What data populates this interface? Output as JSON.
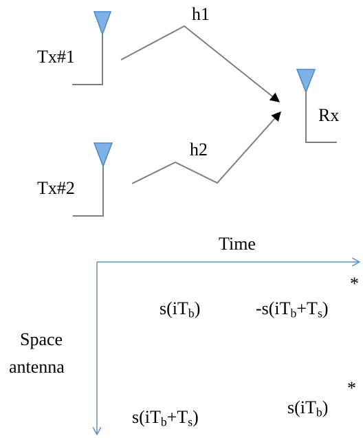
{
  "colors": {
    "antenna_fill": "#7EB2E4",
    "antenna_stroke": "#4F86C6",
    "line_gray": "#7F7F7F",
    "arrow_black": "#000000",
    "axis_blue": "#5B8FD0"
  },
  "icons": [
    "antenna-icon"
  ],
  "top": {
    "tx1_label": "Tx#1",
    "tx2_label": "Tx#2",
    "rx_label": "Rx",
    "h1_label": "h1",
    "h2_label": "h2"
  },
  "grid": {
    "time_label": "Time",
    "space_label_line1": "Space",
    "space_label_line2": "antenna",
    "cells": {
      "r1c1": {
        "pre": "s(iT",
        "sub1": "b",
        "mid": "",
        "sub2": "",
        "post": ")",
        "star": ""
      },
      "r1c2": {
        "pre": "-s(iT",
        "sub1": "b",
        "mid": "+T",
        "sub2": "s",
        "post": ")",
        "star": "*"
      },
      "r2c1": {
        "pre": "s(iT",
        "sub1": "b",
        "mid": "+T",
        "sub2": "s",
        "post": ")",
        "star": ""
      },
      "r2c2": {
        "pre": "s(iT",
        "sub1": "b",
        "mid": "",
        "sub2": "",
        "post": ")",
        "star": "*"
      }
    }
  }
}
